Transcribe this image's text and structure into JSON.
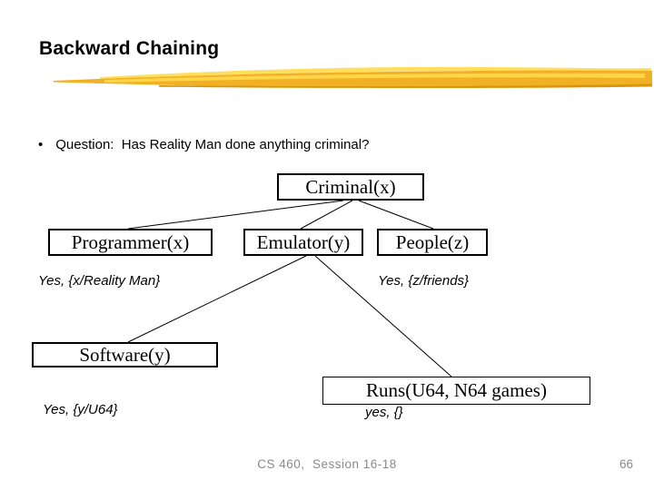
{
  "slide": {
    "title": "Backward Chaining",
    "bullet": {
      "marker": "•",
      "text": "Question:  Has Reality Man done anything criminal?"
    },
    "footer": {
      "course": "CS 460,  Session 16-18",
      "page": "66"
    }
  },
  "colors": {
    "brush_light_streak": "#FFDE5E",
    "brush_main": "#F2B025",
    "brush_highlight": "#FFD54A",
    "brush_dark_edge": "#D79608",
    "edge_line": "#000000",
    "footer_gray": "#8a8a8a"
  },
  "tree": {
    "nodes": [
      {
        "id": "criminal",
        "label": "Criminal(x)"
      },
      {
        "id": "programmer",
        "label": "Programmer(x)"
      },
      {
        "id": "emulator",
        "label": "Emulator(y)"
      },
      {
        "id": "people",
        "label": "People(z)"
      },
      {
        "id": "software",
        "label": "Software(y)"
      },
      {
        "id": "runs",
        "label": "Runs(U64, N64 games)"
      }
    ],
    "edges": [
      {
        "from": "criminal",
        "to": "programmer"
      },
      {
        "from": "criminal",
        "to": "emulator"
      },
      {
        "from": "criminal",
        "to": "people"
      },
      {
        "from": "emulator",
        "to": "software"
      },
      {
        "from": "emulator",
        "to": "runs"
      }
    ],
    "annotations": [
      {
        "id": "yes-x",
        "text": "Yes, {x/Reality Man}"
      },
      {
        "id": "yes-z",
        "text": "Yes, {z/friends}"
      },
      {
        "id": "yes-y",
        "text": "Yes, {y/U64}"
      },
      {
        "id": "yes-empty",
        "text": "yes, {}"
      }
    ]
  }
}
